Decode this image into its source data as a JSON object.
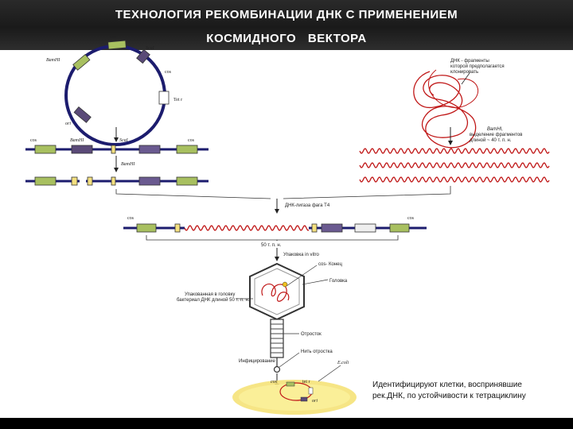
{
  "header": {
    "title_line1": "ТЕХНОЛОГИЯ РЕКОМБИНАЦИИ ДНК С ПРИМЕНЕНИЕМ",
    "title_line2": "КОСМИДНОГО ВЕКТОРА"
  },
  "plasmid": {
    "cos": "cos",
    "scal": "ScaI",
    "bamhi": "BamHI",
    "cos_right": "cos",
    "tet": "Tet r",
    "ori": "ori"
  },
  "linear1": {
    "cos_left": "cos",
    "bamhi": "BamHI",
    "scal": "ScaI",
    "cos_right": "cos"
  },
  "linear2": {
    "bamhi": "BamHI"
  },
  "foreign_dna": {
    "label": "ДНК - фрагменты которой предполагается клонировать",
    "bamhi_label": "BamHI, выделение фрагментов длиной ~ 40 т. п. н."
  },
  "ligation": {
    "label": "ДНК-лигаза фага Т4",
    "cos_left": "cos",
    "cos_right": "cos",
    "length": "50 т. п. н."
  },
  "packaging": {
    "in_vitro": "Упаковка in vitro",
    "cos_end": "cos- Конец",
    "head": "Головка",
    "packaged": "Упакованная в головку бактериал ДНК длиной 50 т. п. н.",
    "tail": "Отросток",
    "tail_fiber": "Нить отростка"
  },
  "infection": {
    "label": "Инфицирование",
    "ecoli": "E.coli",
    "cos": "cos",
    "tet": "tet r",
    "ori": "ori"
  },
  "note": {
    "text": "Идентифицируют клетки, воспринявшие рек.ДНК, по устойчивости к тетрациклину"
  },
  "colors": {
    "backbone": "#1c1c6e",
    "insert": "#c01818",
    "cos_box": "#a8c060",
    "tet_box": "#ffffff",
    "scal_box": "#5a4a78",
    "cell": "#f4e070"
  }
}
